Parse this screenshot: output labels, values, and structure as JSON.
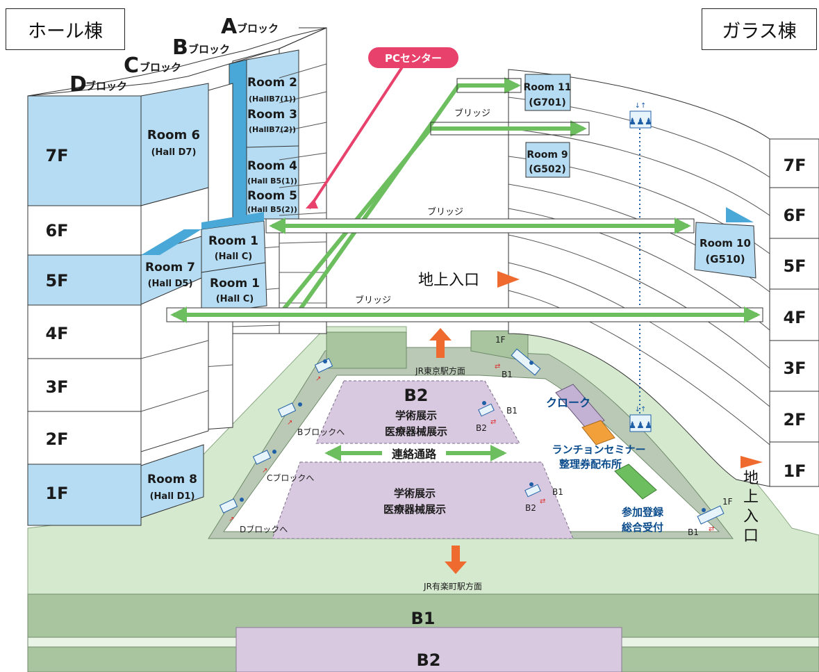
{
  "buildings": {
    "hall": "ホール棟",
    "glass": "ガラス棟"
  },
  "blocks": {
    "a": "A",
    "b": "B",
    "c": "C",
    "d": "D",
    "suffix": "ブロック"
  },
  "pc_center": "PCセンター",
  "hall_floors": [
    "7F",
    "6F",
    "5F",
    "4F",
    "3F",
    "2F",
    "1F"
  ],
  "glass_floors": [
    "7F",
    "6F",
    "5F",
    "4F",
    "3F",
    "2F",
    "1F"
  ],
  "rooms": {
    "room2": {
      "name": "Room 2",
      "hall": "(HallB7(1))"
    },
    "room3": {
      "name": "Room 3",
      "hall": "(HallB7(2))"
    },
    "room4": {
      "name": "Room 4",
      "hall": "(Hall B5(1))"
    },
    "room5": {
      "name": "Room 5",
      "hall": "(Hall B5(2))"
    },
    "room6": {
      "name": "Room 6",
      "hall": "(Hall D7)"
    },
    "room1a": {
      "name": "Room 1",
      "hall": "(Hall  C)"
    },
    "room1b": {
      "name": "Room 1",
      "hall": "(Hall C)"
    },
    "room7": {
      "name": "Room 7",
      "hall": "(Hall D5)"
    },
    "room8": {
      "name": "Room 8",
      "hall": "(Hall D1)"
    },
    "room11": {
      "name": "Room 11",
      "hall": "(G701)"
    },
    "room9": {
      "name": "Room 9",
      "hall": "(G502)"
    },
    "room10": {
      "name": "Room 10",
      "hall": "(G510)"
    }
  },
  "bridge": "ブリッジ",
  "ground_entrance": "地上入口",
  "directions": {
    "tokyo": "JR東京駅方面",
    "yurakucho": "JR有楽町駅方面",
    "to_b": "Bブロックへ",
    "to_c": "Cブロックへ",
    "to_d": "Dブロックへ"
  },
  "b2_area": {
    "label": "B2",
    "line1": "学術展示",
    "line2": "医療器械展示"
  },
  "lower_area": {
    "line1": "学術展示",
    "line2": "医療器械展示"
  },
  "corridor": "連絡通路",
  "cloak": "クローク",
  "lunch": {
    "line1": "ランチョンセミナー",
    "line2": "整理券配布所"
  },
  "registration": {
    "line1": "参加登録",
    "line2": "総合受付"
  },
  "level_labels": {
    "f1": "1F",
    "b1": "B1",
    "b2": "B2"
  },
  "basement": {
    "b1": "B1",
    "b2": "B2"
  },
  "colors": {
    "blue": "#b5dcf2",
    "blue_dark": "#4aa8d8",
    "green": "#6cbe5f",
    "plaza": "#d5e9cf",
    "basement": "#a8c5a0",
    "purple": "#d9c9e0",
    "pink": "#e8416b",
    "orange": "#ef6a2e"
  }
}
